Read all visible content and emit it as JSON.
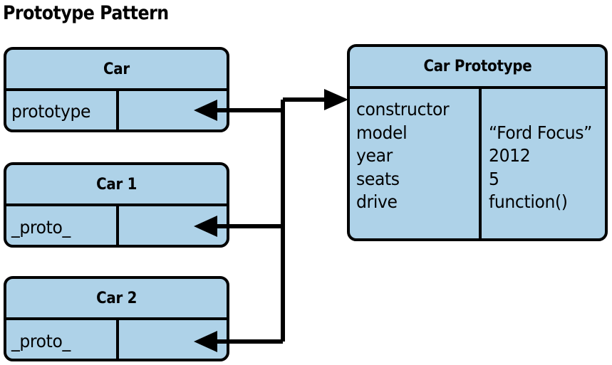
{
  "title": "Prototype Pattern",
  "colors": {
    "box_fill": "#aed2e8",
    "stroke": "#000000",
    "background": "#ffffff"
  },
  "boxes": [
    {
      "id": "car",
      "header": "Car",
      "slot_label": "prototype",
      "slot_value": ""
    },
    {
      "id": "car1",
      "header": "Car 1",
      "slot_label": "_proto_",
      "slot_value": ""
    },
    {
      "id": "car2",
      "header": "Car 2",
      "slot_label": "_proto_",
      "slot_value": ""
    }
  ],
  "prototype_box": {
    "header": "Car Prototype",
    "rows": [
      {
        "key": "constructor",
        "value": ""
      },
      {
        "key": "model",
        "value": "“Ford Focus”"
      },
      {
        "key": "year",
        "value": "2012"
      },
      {
        "key": "seats",
        "value": "5"
      },
      {
        "key": "drive",
        "value": "function()"
      }
    ]
  },
  "connections": [
    {
      "from": "car",
      "to": "car-prototype",
      "arrowheads": "both"
    },
    {
      "from": "car1",
      "to": "car-prototype",
      "arrowheads": "source"
    },
    {
      "from": "car2",
      "to": "car-prototype",
      "arrowheads": "source"
    }
  ]
}
